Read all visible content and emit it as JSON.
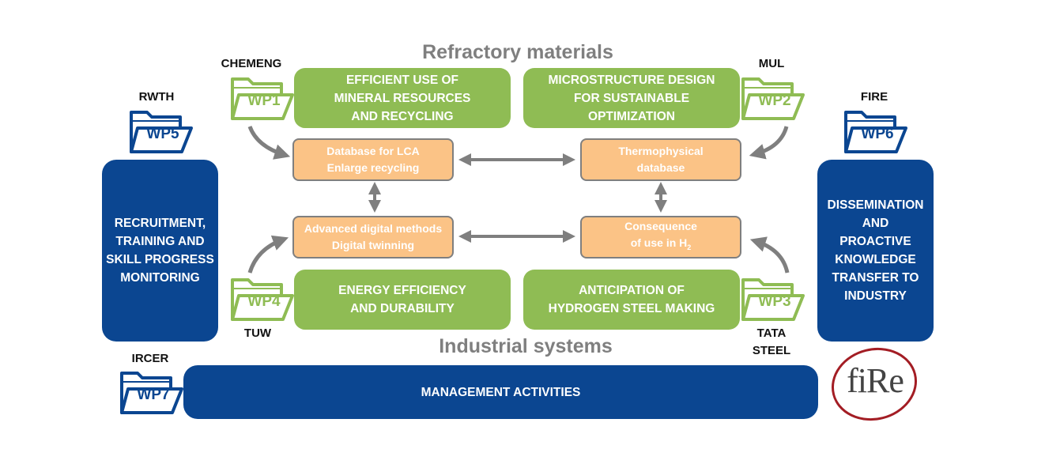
{
  "headings": {
    "top": "Refractory materials",
    "bottom": "Industrial systems"
  },
  "work_packages": {
    "wp1": {
      "label": "WP1",
      "partner": "CHEMENG",
      "title_lines": [
        "EFFICIENT USE OF",
        "MINERAL RESOURCES",
        "AND RECYCLING"
      ]
    },
    "wp2": {
      "label": "WP2",
      "partner": "MUL",
      "title_lines": [
        "MICROSTRUCTURE DESIGN",
        "FOR SUSTAINABLE",
        "OPTIMIZATION"
      ]
    },
    "wp3": {
      "label": "WP3",
      "partner_lines": [
        "TATA",
        "STEEL"
      ],
      "title_lines": [
        "ANTICIPATION OF",
        "HYDROGEN STEEL MAKING"
      ]
    },
    "wp4": {
      "label": "WP4",
      "partner": "TUW",
      "title_lines": [
        "ENERGY EFFICIENCY",
        "AND DURABILITY"
      ]
    },
    "wp5": {
      "label": "WP5",
      "partner": "RWTH",
      "title_lines": [
        "RECRUITMENT,",
        "TRAINING AND",
        "SKILL PROGRESS",
        "MONITORING"
      ]
    },
    "wp6": {
      "label": "WP6",
      "partner": "FIRE",
      "title_lines": [
        "DISSEMINATION",
        "AND",
        "PROACTIVE",
        "KNOWLEDGE",
        "TRANSFER TO",
        "INDUSTRY"
      ]
    },
    "wp7": {
      "label": "WP7",
      "partner": "IRCER",
      "title": "MANAGEMENT ACTIVITIES"
    }
  },
  "tasks": {
    "lca": [
      "Database for LCA",
      "Enlarge recycling"
    ],
    "thermo": [
      "Thermophysical",
      "database"
    ],
    "digital": [
      "Advanced digital methods",
      "Digital twinning"
    ],
    "h2": [
      "Consequence",
      "of use in H",
      "2"
    ]
  },
  "logo": {
    "text": "fiRe"
  },
  "colors": {
    "green": "#8fbc54",
    "orange": "#fbc386",
    "blue": "#0b4691",
    "heading_gray": "#7f7f7f",
    "arrow_gray": "#7f7f7f",
    "logo_red": "#a31d24"
  }
}
